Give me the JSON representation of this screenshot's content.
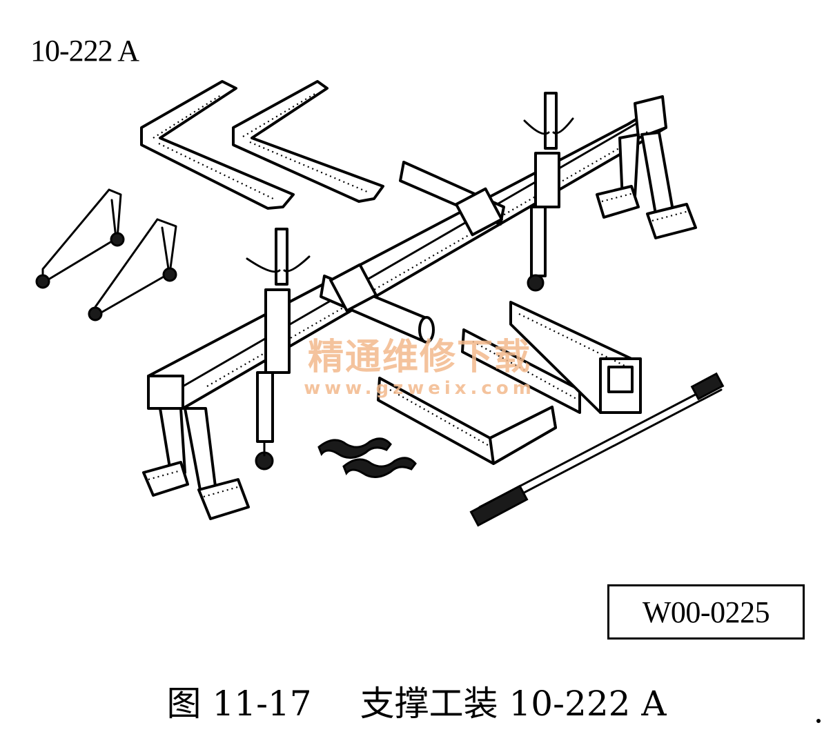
{
  "figure": {
    "tool_label": "10-222 A",
    "watermark_title": "精通维修下载",
    "watermark_url": "www.gzweix.com",
    "part_number": "W00-0225",
    "caption_number": "图 11-17",
    "caption_text": "支撑工装 10-222 A"
  }
}
